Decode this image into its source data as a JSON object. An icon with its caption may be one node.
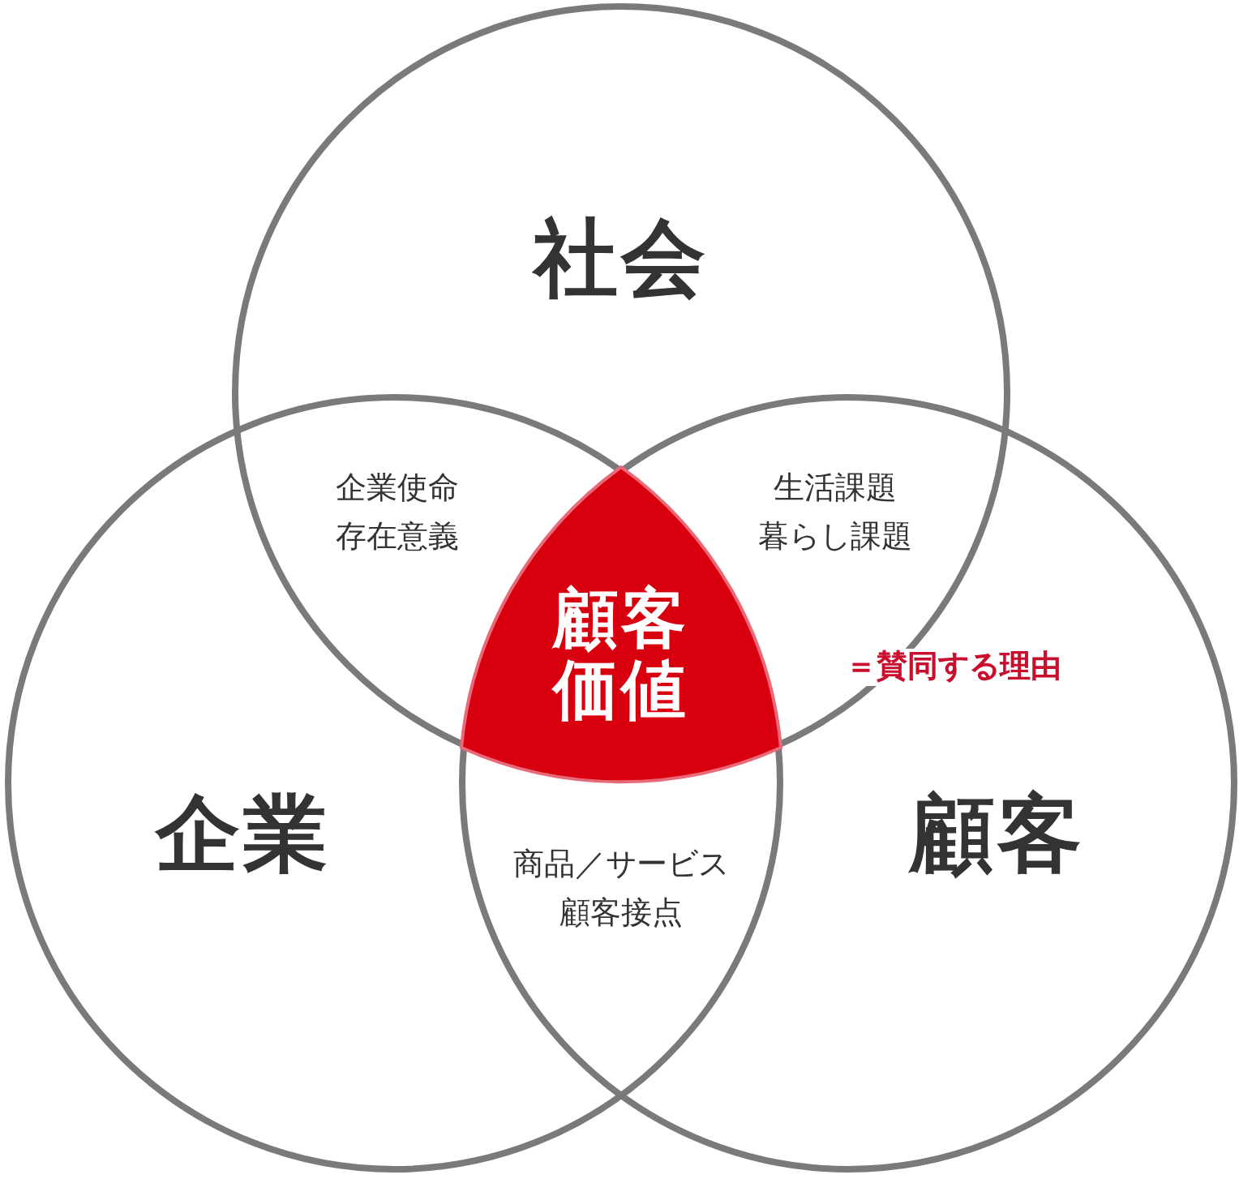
{
  "diagram": {
    "nodes": [
      {
        "text": [
          "社会"
        ]
      },
      {
        "text": [
          "企業"
        ]
      },
      {
        "text": [
          "顧客"
        ]
      },
      {
        "text": [
          "顧客価値"
        ]
      }
    ],
    "labels": [
      "企業使命",
      "存在意義",
      "生活課題",
      "暮らし課題",
      "＝賛同する理由",
      "商品／サービス",
      "顧客接点"
    ]
  }
}
